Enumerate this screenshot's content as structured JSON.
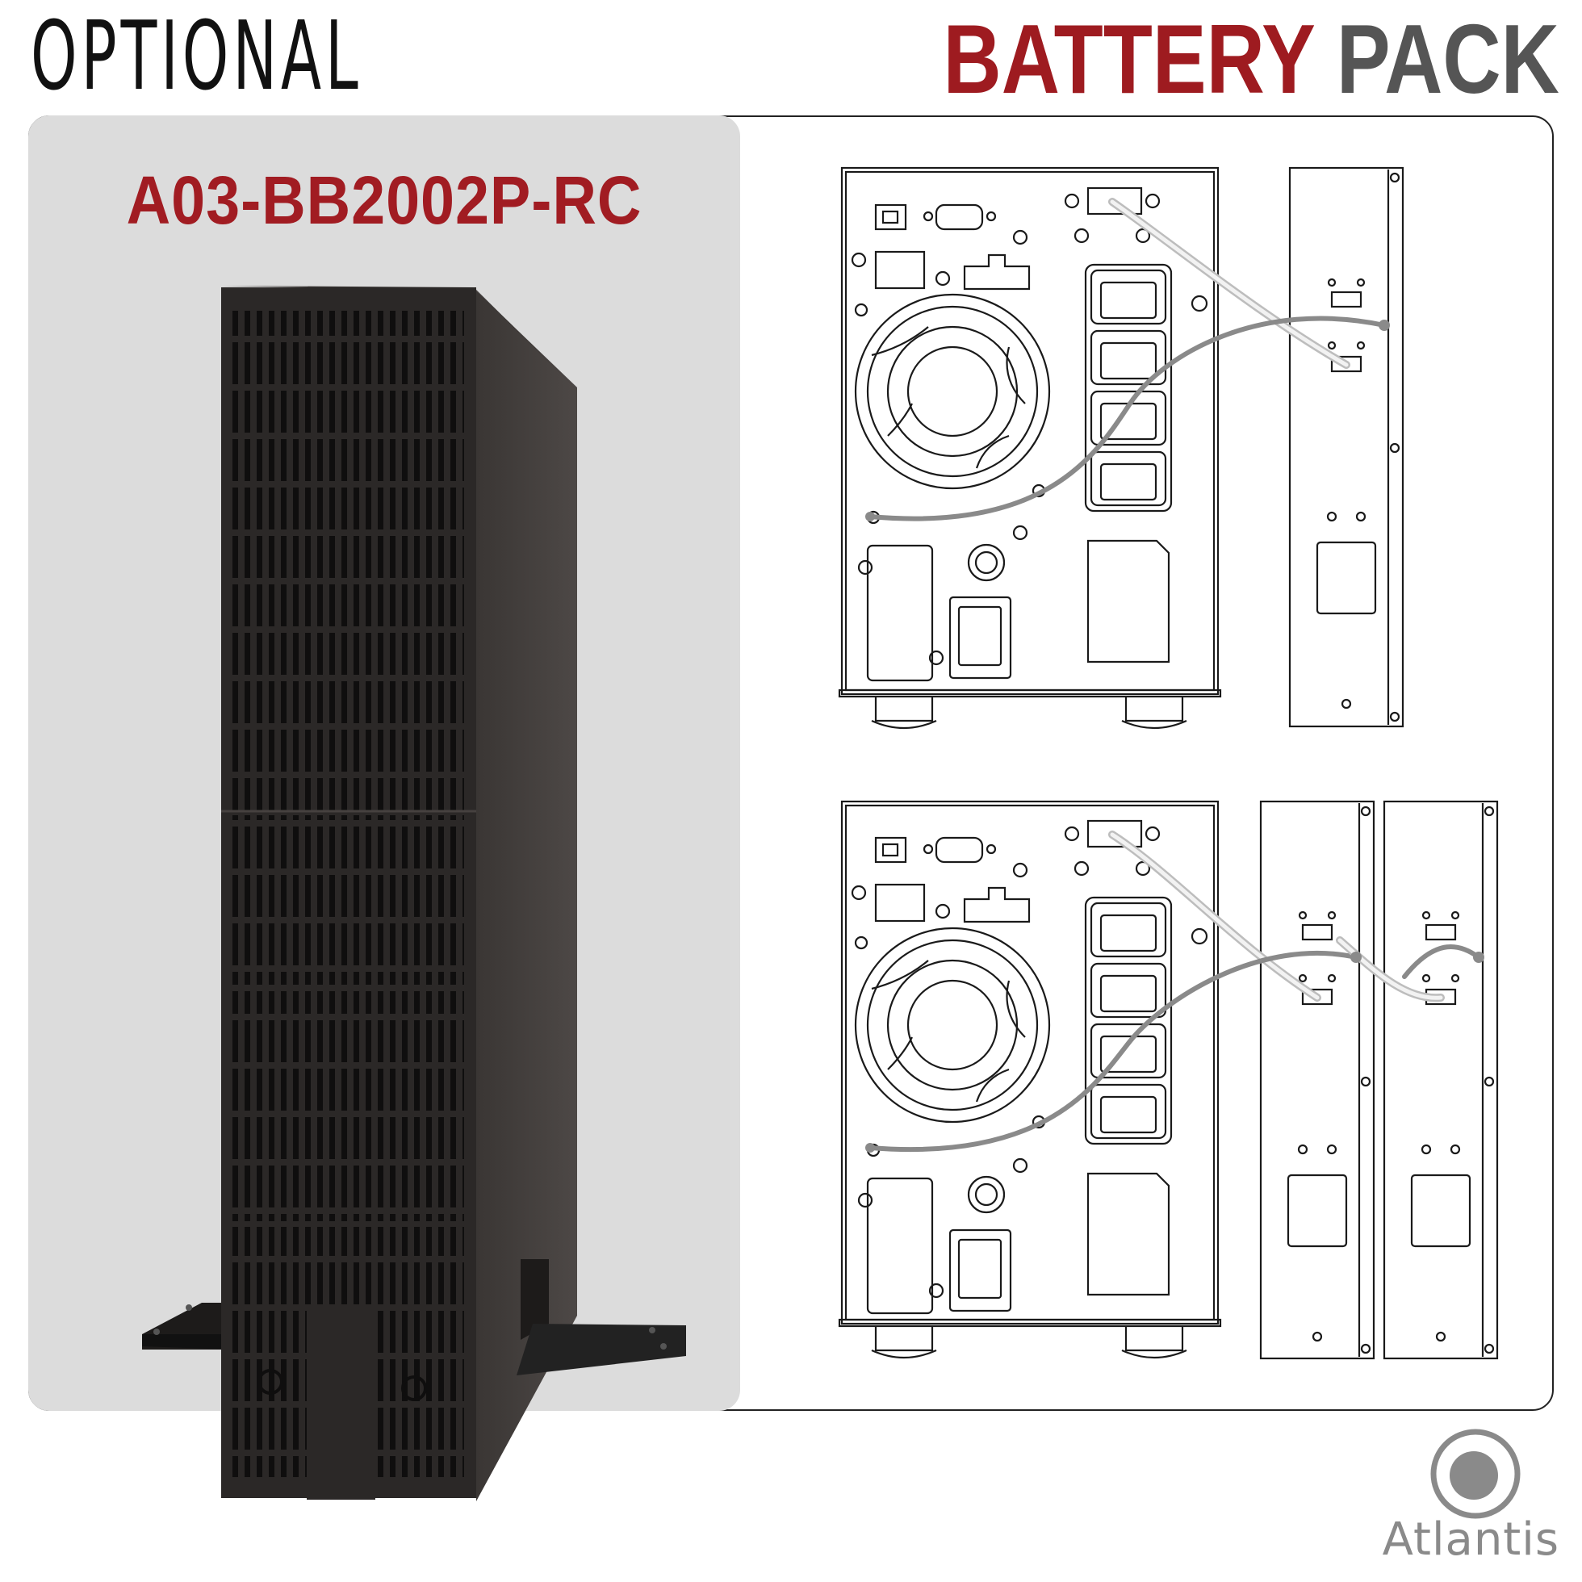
{
  "header": {
    "optional_label": "OPTIONAL",
    "title_word_1": "BATTERY",
    "title_word_2": "PACK"
  },
  "product": {
    "model_code": "A03-BB2002P-RC"
  },
  "brand": {
    "name": "Atlantis"
  },
  "colors": {
    "accent_red": "#9e1b20",
    "gray_text": "#555555",
    "panel_gray": "#dcdcdc",
    "product_black": "#2a2726"
  },
  "diagrams": [
    {
      "label": "ups-with-one-battery-pack",
      "battery_packs": 1
    },
    {
      "label": "ups-with-two-battery-packs",
      "battery_packs": 2
    }
  ]
}
